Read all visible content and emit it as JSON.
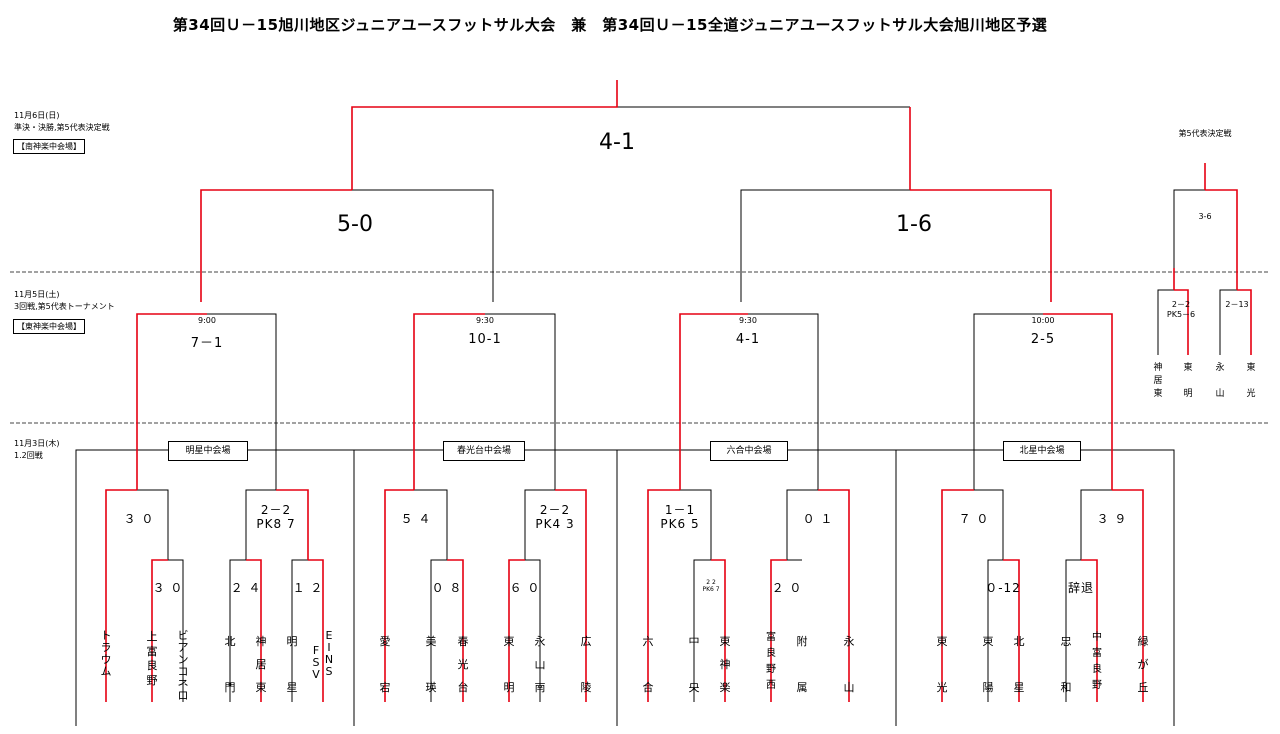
{
  "title": "第34回Ｕ－15旭川地区ジュニアユースフットサル大会　兼　第34回Ｕ－15全道ジュニアユースフットサル大会旭川地区予選",
  "colors": {
    "win": "#e60012",
    "line": "#000000",
    "dashed": "#444444"
  },
  "sidebar": {
    "day3": {
      "date": "11月6日(日)",
      "desc": "準決・決勝,第5代表決定戦",
      "venue": "【南神楽中会場】"
    },
    "day2": {
      "date": "11月5日(土)",
      "desc": "3回戦,第5代表トーナメント",
      "venue": "【東神楽中会場】"
    },
    "day1": {
      "date": "11月3日(木)",
      "desc": "1.2回戦"
    }
  },
  "venues": [
    {
      "label": "明星中会場"
    },
    {
      "label": "春光台中会場"
    },
    {
      "label": "六合中会場"
    },
    {
      "label": "北星中会場"
    }
  ],
  "scores": {
    "final": "4-1",
    "semi_left": "5-0",
    "semi_right": "1-6",
    "r3": [
      {
        "time": "9:00",
        "score": "7－1"
      },
      {
        "time": "9:30",
        "score": "10-1"
      },
      {
        "time": "9:30",
        "score": "4-1"
      },
      {
        "time": "10:00",
        "score": "2-5"
      }
    ],
    "r2": [
      {
        "score": "３ ０"
      },
      {
        "score": "2－2\nPK8 7"
      },
      {
        "score": "５ ４"
      },
      {
        "score": "2－2\nPK4 3"
      },
      {
        "score": "1－1\nPK6 5"
      },
      {
        "score": "０ １"
      },
      {
        "score": "７ ０"
      },
      {
        "score": "３ ９"
      }
    ],
    "r1": [
      {
        "score": "３ ０"
      },
      {
        "score": "２ ４"
      },
      {
        "score": "１ ２"
      },
      {
        "score": "０ ８"
      },
      {
        "score": "６ ０"
      },
      {
        "score": "2 2\nPK6 7"
      },
      {
        "score": "２ ０"
      },
      {
        "score": "０-12"
      },
      {
        "score": "辞退"
      }
    ],
    "fifth": {
      "title": "第5代表決定戦",
      "final": "3-6",
      "left": "2－2\nPK5－6",
      "right": "2－13"
    }
  },
  "teams": [
    {
      "name": "ト\nラ\nウ\nム"
    },
    {
      "name": "上\n富\n良\n野"
    },
    {
      "name": "ビ\nア\nン\nコ\nネ\nロ"
    },
    {
      "name": "北\n\n門"
    },
    {
      "name": "神\n居\n東"
    },
    {
      "name": "明\n\n星"
    },
    {
      "name": "F\nS\nV"
    },
    {
      "name": "E\nI\nN\nS"
    },
    {
      "name": "愛\n\n宕"
    },
    {
      "name": "美\n\n瑛"
    },
    {
      "name": "春\n光\n台"
    },
    {
      "name": "東\n\n明"
    },
    {
      "name": "永\n山\n南"
    },
    {
      "name": "広\n\n陵"
    },
    {
      "name": "六\n\n合"
    },
    {
      "name": "中\n\n央"
    },
    {
      "name": "東\n神\n楽"
    },
    {
      "name": "富\n良\n野\n西"
    },
    {
      "name": "附\n\n属"
    },
    {
      "name": "永\n\n山"
    },
    {
      "name": "東\n\n光"
    },
    {
      "name": "東\n\n陽"
    },
    {
      "name": "北\n\n星"
    },
    {
      "name": "忠\n\n和"
    },
    {
      "name": "中\n富\n良\n野"
    },
    {
      "name": "緑\nが\n丘"
    }
  ],
  "fifth_teams": [
    {
      "name": "神\n居\n東"
    },
    {
      "name": "東\n\n明"
    },
    {
      "name": "永\n\n山"
    },
    {
      "name": "東\n\n光"
    }
  ]
}
